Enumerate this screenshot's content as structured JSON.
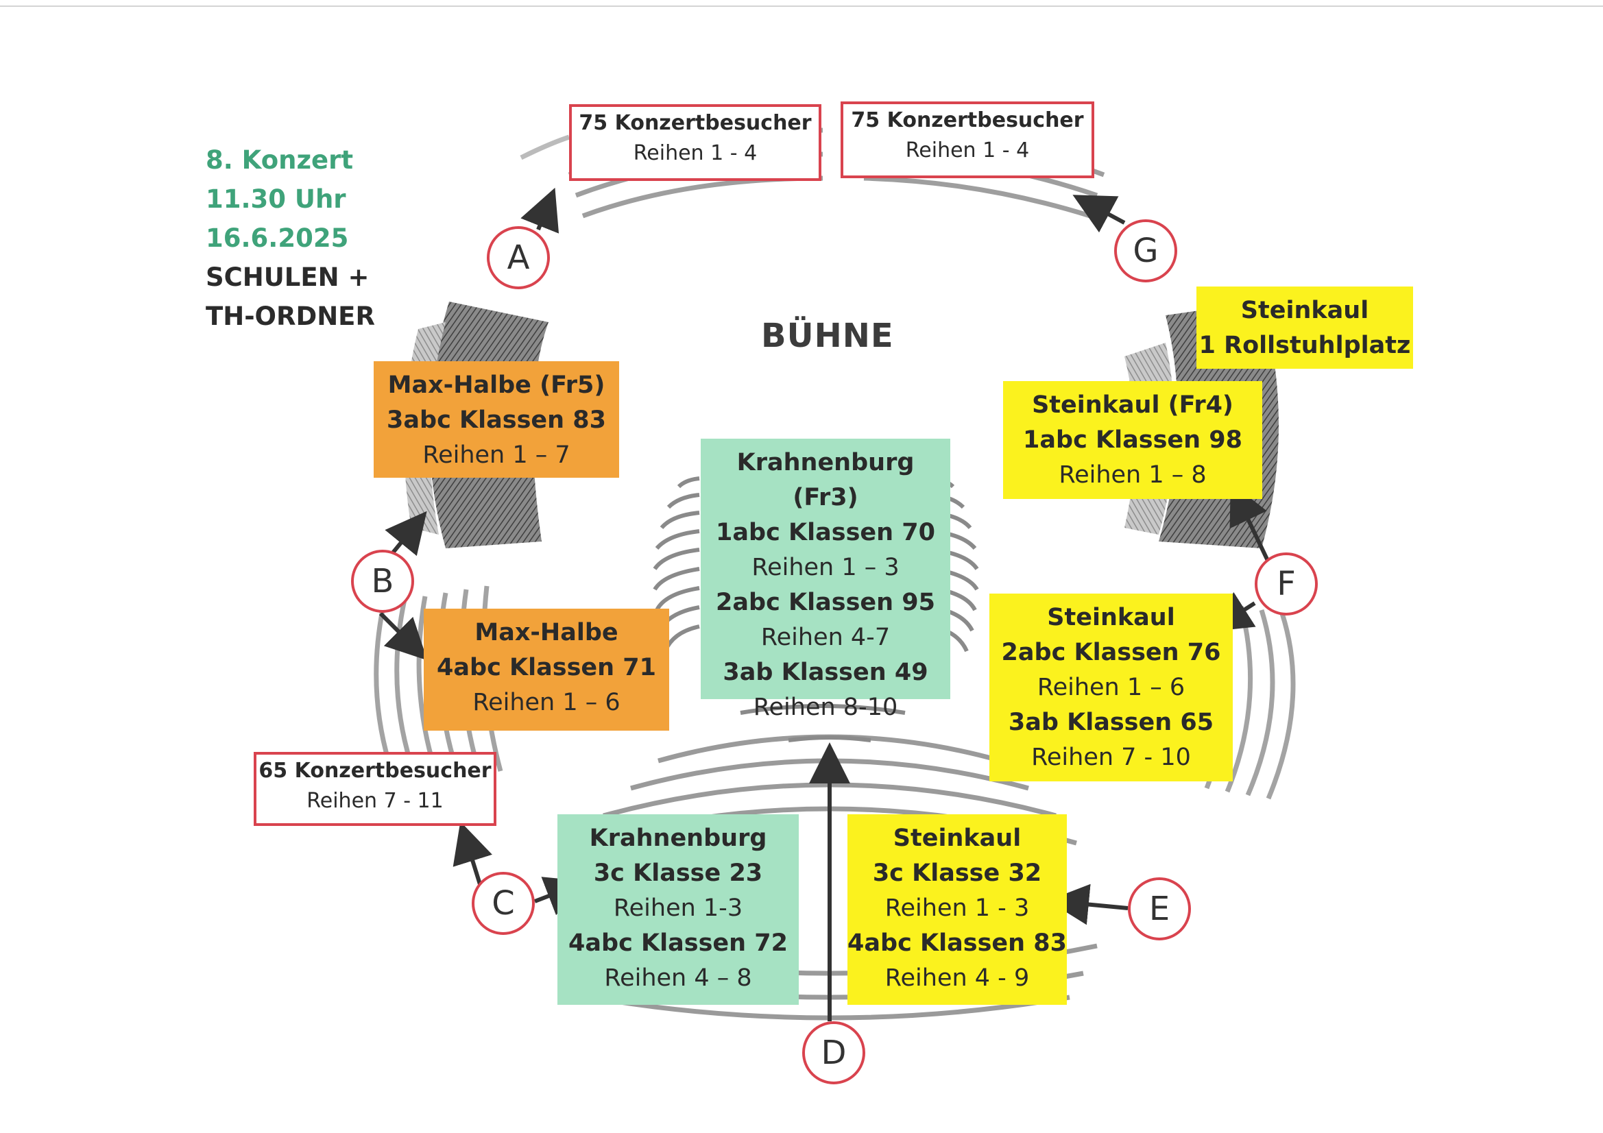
{
  "info": {
    "line1": "8. Konzert",
    "line2": "11.30 Uhr",
    "line3": "16.6.2025",
    "line4": "SCHULEN +",
    "line5": "TH-ORDNER"
  },
  "stage_label": "BÜHNE",
  "boxes": {
    "top_left_visitors": {
      "l1": "75 Konzertbesucher",
      "l2": "Reihen 1 - 4"
    },
    "top_right_visitors": {
      "l1": "75 Konzertbesucher",
      "l2": "Reihen 1 - 4"
    },
    "left_visitors": {
      "l1": "65 Konzertbesucher",
      "l2": "Reihen 7 - 11"
    },
    "maxhalbe_fr5": {
      "l1": "Max-Halbe (Fr5)",
      "l2": "3abc Klassen 83",
      "l3": "Reihen 1 – 7"
    },
    "maxhalbe_4": {
      "l1": "Max-Halbe",
      "l2": "4abc Klassen 71",
      "l3": "Reihen 1 – 6"
    },
    "krahnenburg_fr3": {
      "l1": "Krahnenburg (Fr3)",
      "l2": "1abc Klassen 70",
      "l3": "Reihen 1 – 3",
      "l4": "2abc Klassen 95",
      "l5": "Reihen 4-7",
      "l6": "3ab Klassen 49",
      "l7": "Reihen 8-10"
    },
    "krahnenburg_bottom": {
      "l1": "Krahnenburg",
      "l2": "3c Klasse 23",
      "l3": "Reihen 1-3",
      "l4": "4abc Klassen 72",
      "l5": "Reihen 4 – 8"
    },
    "steinkaul_rollstuhl": {
      "l1": "Steinkaul",
      "l2": "1 Rollstuhlplatz"
    },
    "steinkaul_fr4": {
      "l1": "Steinkaul (Fr4)",
      "l2": "1abc Klassen 98",
      "l3": "Reihen 1 – 8"
    },
    "steinkaul_right": {
      "l1": "Steinkaul",
      "l2": "2abc Klassen 76",
      "l3": "Reihen 1 – 6",
      "l4": "3ab Klassen 65",
      "l5": "Reihen 7 - 10"
    },
    "steinkaul_bottom": {
      "l1": "Steinkaul",
      "l2": "3c Klasse 32",
      "l3": "Reihen 1 - 3",
      "l4": "4abc Klassen 83",
      "l5": "Reihen 4 - 9"
    }
  },
  "entrances": [
    "A",
    "B",
    "C",
    "D",
    "E",
    "F",
    "G"
  ],
  "colors": {
    "orange": "#f2a23a",
    "yellow": "#fbf21e",
    "green": "#a6e2c3",
    "red": "#d9434e",
    "info_green": "#3fa37a"
  }
}
